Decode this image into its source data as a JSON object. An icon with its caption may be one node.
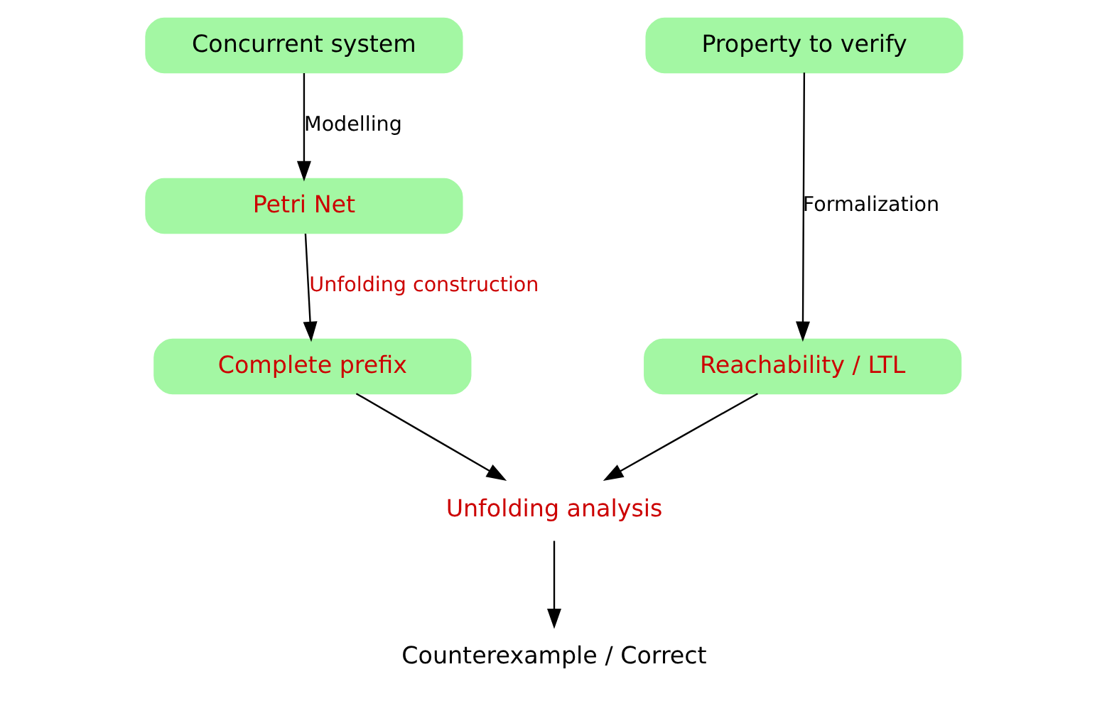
{
  "diagram": {
    "nodes": [
      {
        "text": [
          "Concurrent system"
        ]
      },
      {
        "text": [
          "Petri Net"
        ]
      },
      {
        "text": [
          "Complete prefix"
        ]
      },
      {
        "text": [
          "Property to verify"
        ]
      },
      {
        "text": [
          "Reachability / LTL"
        ]
      },
      {
        "text": [
          "Unfolding analysis"
        ]
      },
      {
        "text": [
          "Counterexample / Correct"
        ]
      }
    ],
    "edges": [
      {
        "from": 0,
        "to": 1,
        "arrow": "to",
        "label": "Modelling"
      },
      {
        "from": 1,
        "to": 2,
        "arrow": "to",
        "label": "Unfolding construction"
      },
      {
        "from": 3,
        "to": 4,
        "arrow": "to",
        "label": "Formalization"
      },
      {
        "from": 2,
        "to": 5,
        "arrow": "to"
      },
      {
        "from": 4,
        "to": 5,
        "arrow": "to"
      },
      {
        "from": 5,
        "to": 6,
        "arrow": "to"
      }
    ]
  }
}
